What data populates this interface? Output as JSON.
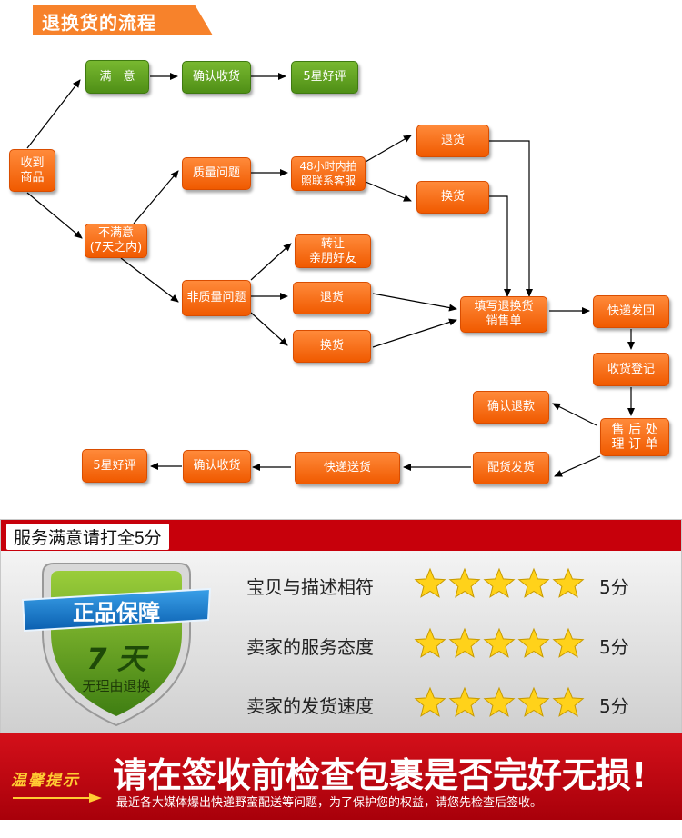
{
  "header": {
    "title": "退换货的流程"
  },
  "flow": {
    "receive": "收到\n商品",
    "satisfied": "满　意",
    "confirm_receipt_top": "确认收货",
    "five_star_top": "5星好评",
    "unsatisfied": "不满意\n(7天之内)",
    "quality_issue": "质量问题",
    "photo_contact": "48小时内拍\n照联系客服",
    "return_top": "退货",
    "exchange_top": "换货",
    "transfer_friend": "转让\n亲朋好友",
    "non_quality_issue": "非质量问题",
    "return_mid": "退货",
    "exchange_mid": "换货",
    "fill_return_form": "填写退换货\n销售单",
    "express_return": "快递发回",
    "receive_register": "收货登记",
    "after_sales": "售 后 处\n理 订 单",
    "confirm_refund": "确认退款",
    "distribute_ship": "配货发货",
    "express_deliver": "快递送货",
    "confirm_receipt_bottom": "确认收货",
    "five_star_bottom": "5星好评"
  },
  "rating": {
    "header_label": "服务满意请打全5分",
    "shield": {
      "top_text": "正品保障",
      "days": "7 天",
      "subtitle": "无理由退换"
    },
    "rows": [
      {
        "label": "宝贝与描述相符",
        "stars": 5,
        "score": "5分"
      },
      {
        "label": "卖家的服务态度",
        "stars": 5,
        "score": "5分"
      },
      {
        "label": "卖家的发货速度",
        "stars": 5,
        "score": "5分"
      }
    ]
  },
  "notice": {
    "tag": "温馨提示",
    "main": "请在签收前检查包裹是否完好无损!",
    "sub": "最近各大媒体爆出快递野蛮配送等问题，为了保护您的权益，请您先检查后签收。"
  },
  "colors": {
    "orange": "#f26a10",
    "green": "#5e9e1f",
    "red": "#c7000b",
    "star": "#ffd21a"
  }
}
